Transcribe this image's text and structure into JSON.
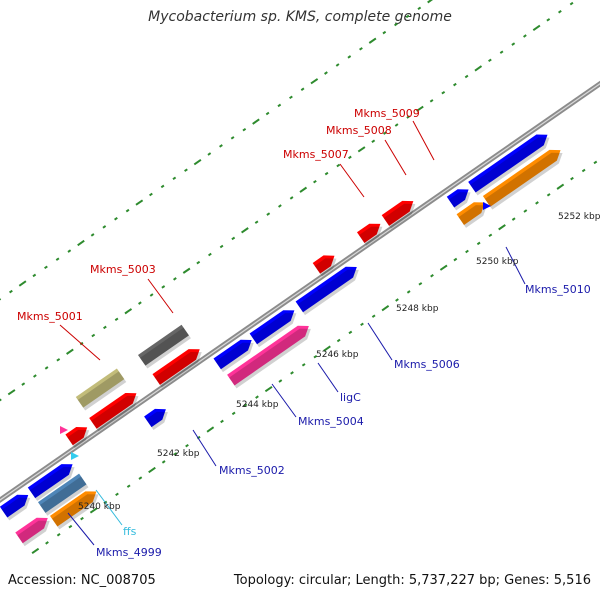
{
  "title": "Mycobacterium sp. KMS, complete genome",
  "accession": "Accession: NC_008705",
  "summary": "Topology: circular; Length: 5,737,227 bp; Genes: 5,516",
  "colors": {
    "backbone": "#8c8c8c",
    "red": "#ff0000",
    "blue": "#0000ff",
    "pink": "#ff3399",
    "orange": "#ff8c00",
    "khaki": "#c2bc7a",
    "gray": "#666666",
    "steel": "#4f86b8",
    "cyan": "#33ccee",
    "tick": "#2e8b2e",
    "red_label": "#cc0000",
    "blue_label": "#1a1aaa",
    "cyan_label": "#33bbdd"
  },
  "ticks": [
    "5240 kbp",
    "5242 kbp",
    "5244 kbp",
    "5246 kbp",
    "5248 kbp",
    "5250 kbp",
    "5252 kbp"
  ],
  "gene_labels": [
    {
      "text": "Mkms_5001",
      "color": "red"
    },
    {
      "text": "Mkms_5003",
      "color": "red"
    },
    {
      "text": "Mkms_5007",
      "color": "red"
    },
    {
      "text": "Mkms_5008",
      "color": "red"
    },
    {
      "text": "Mkms_5009",
      "color": "red"
    },
    {
      "text": "Mkms_4999",
      "color": "blue"
    },
    {
      "text": "ffs",
      "color": "cyan"
    },
    {
      "text": "Mkms_5002",
      "color": "blue"
    },
    {
      "text": "Mkms_5004",
      "color": "blue"
    },
    {
      "text": "ligC",
      "color": "blue"
    },
    {
      "text": "Mkms_5006",
      "color": "blue"
    },
    {
      "text": "Mkms_5010",
      "color": "blue"
    }
  ]
}
